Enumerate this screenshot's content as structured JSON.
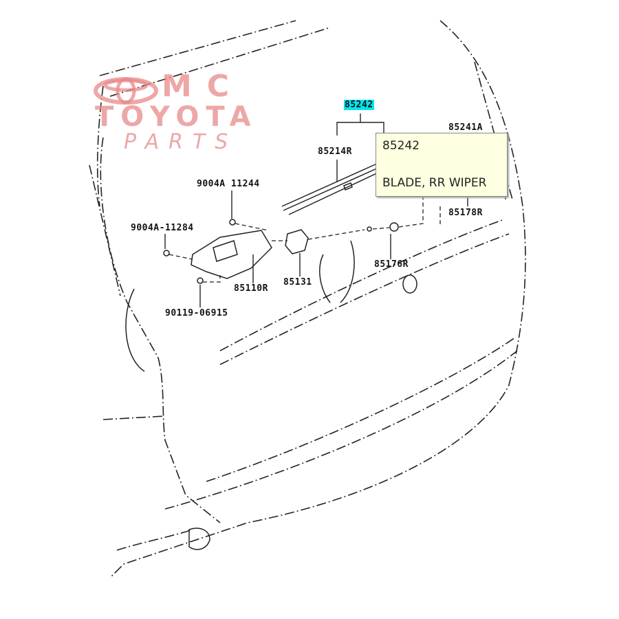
{
  "watermark": {
    "line1": "MC",
    "line2": "TOYOTA",
    "line3": "PARTS",
    "color": "#e88a8a"
  },
  "labels": {
    "highlighted": "85242",
    "p85214r": "85214R",
    "p85241a": "85241A",
    "p85178r": "85178R",
    "p9004a_top": "9004A 11244",
    "p9004a_left": "9004A-11284",
    "p85110r": "85110R",
    "p85131": "85131",
    "p85176r": "85176R",
    "p90119": "90119-06915"
  },
  "tooltip": {
    "part_number": "85242",
    "description": "BLADE, RR WIPER"
  },
  "colors": {
    "highlight": "#00e5ee",
    "tooltip_bg": "#ffffe1"
  }
}
